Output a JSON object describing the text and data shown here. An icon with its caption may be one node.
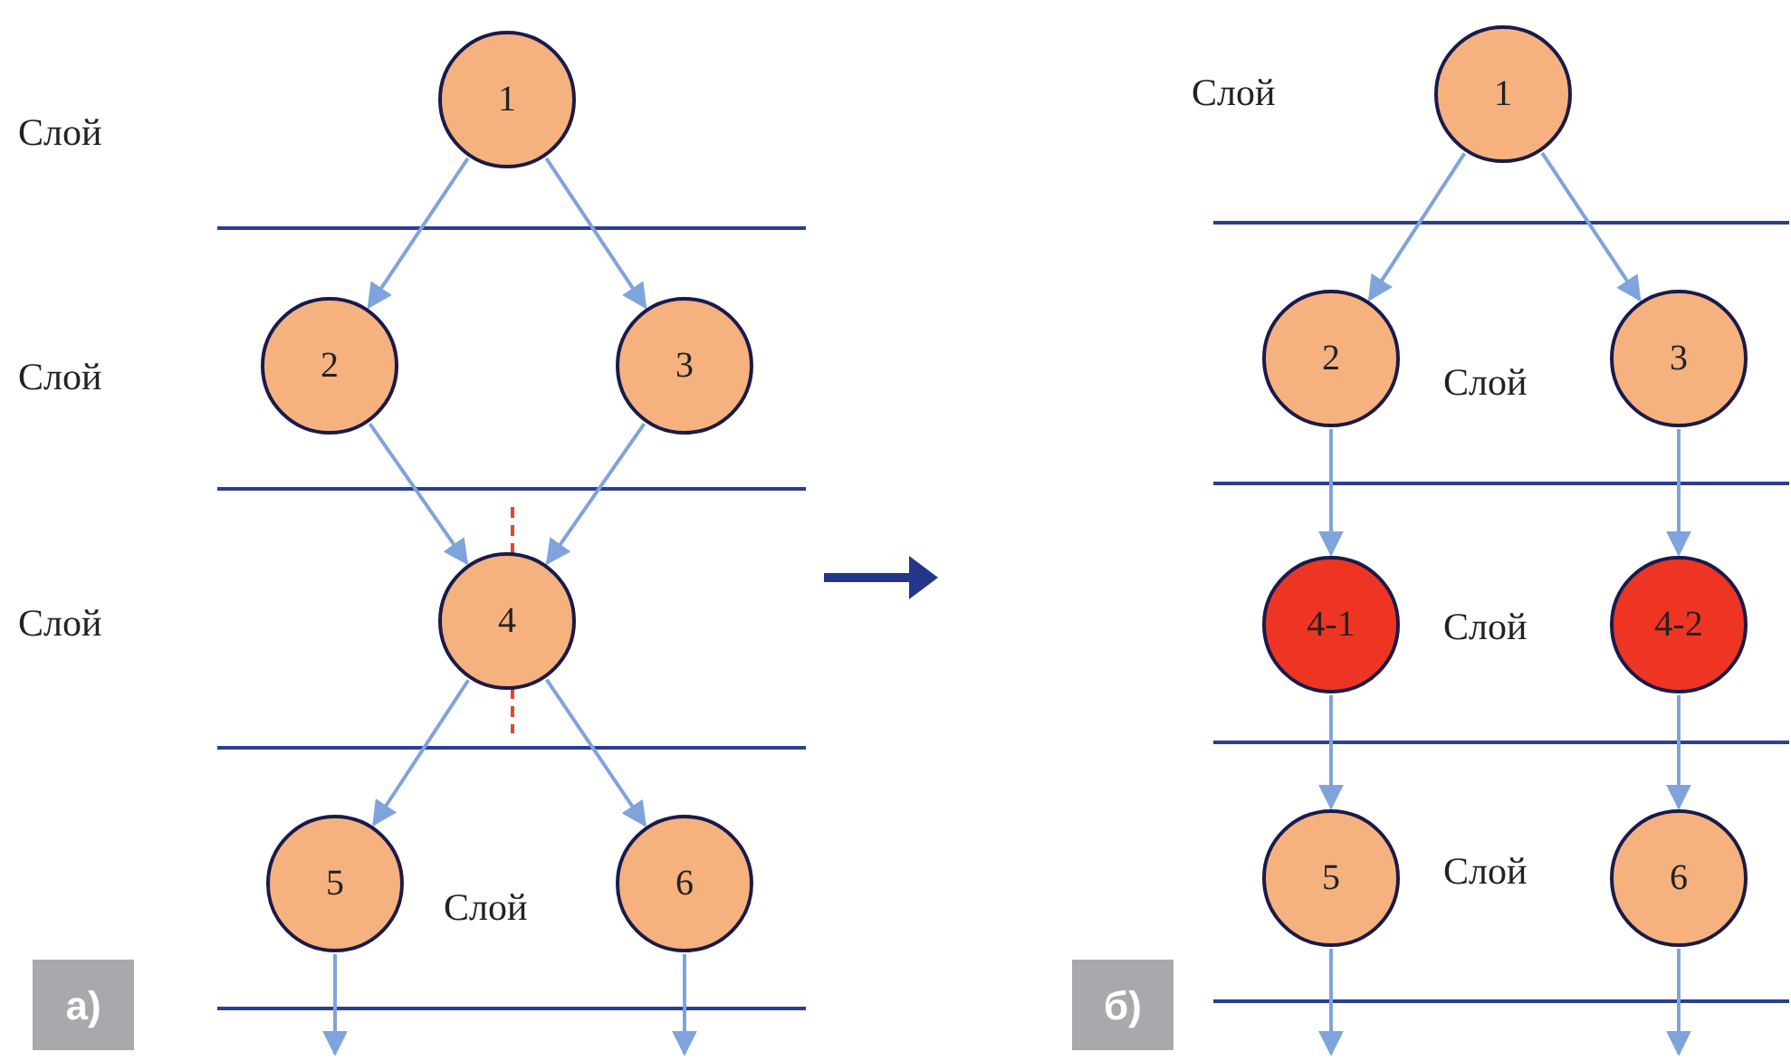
{
  "diagram": {
    "nodes": [
      {
        "text": [
          "1"
        ]
      },
      {
        "text": [
          "2"
        ]
      },
      {
        "text": [
          "3"
        ]
      },
      {
        "text": [
          "4"
        ]
      },
      {
        "text": [
          "5"
        ]
      },
      {
        "text": [
          "6"
        ]
      },
      {
        "text": [
          "1"
        ]
      },
      {
        "text": [
          "2"
        ]
      },
      {
        "text": [
          "3"
        ]
      },
      {
        "text": [
          "4-1"
        ]
      },
      {
        "text": [
          "4-2"
        ]
      },
      {
        "text": [
          "5"
        ]
      },
      {
        "text": [
          "6"
        ]
      }
    ],
    "edges": [
      {
        "from": 0,
        "to": 1,
        "arrow": "to"
      },
      {
        "from": 0,
        "to": 2,
        "arrow": "to"
      },
      {
        "from": 1,
        "to": 3,
        "arrow": "to"
      },
      {
        "from": 2,
        "to": 3,
        "arrow": "to"
      },
      {
        "from": 3,
        "to": 4,
        "arrow": "to"
      },
      {
        "from": 3,
        "to": 5,
        "arrow": "to"
      },
      {
        "from": 4,
        "to": null,
        "arrow": "to"
      },
      {
        "from": 5,
        "to": null,
        "arrow": "to"
      },
      {
        "from": 6,
        "to": 7,
        "arrow": "to"
      },
      {
        "from": 6,
        "to": 8,
        "arrow": "to"
      },
      {
        "from": 7,
        "to": 9,
        "arrow": "to"
      },
      {
        "from": 8,
        "to": 10,
        "arrow": "to"
      },
      {
        "from": 9,
        "to": 11,
        "arrow": "to"
      },
      {
        "from": 10,
        "to": 12,
        "arrow": "to"
      },
      {
        "from": 11,
        "to": null,
        "arrow": "to"
      },
      {
        "from": 12,
        "to": null,
        "arrow": "to"
      }
    ],
    "labels": [
      "Слой",
      "Слой",
      "Слой",
      "Слой",
      "а)",
      "Слой",
      "Слой",
      "Слой",
      "Слой",
      "б)"
    ]
  }
}
